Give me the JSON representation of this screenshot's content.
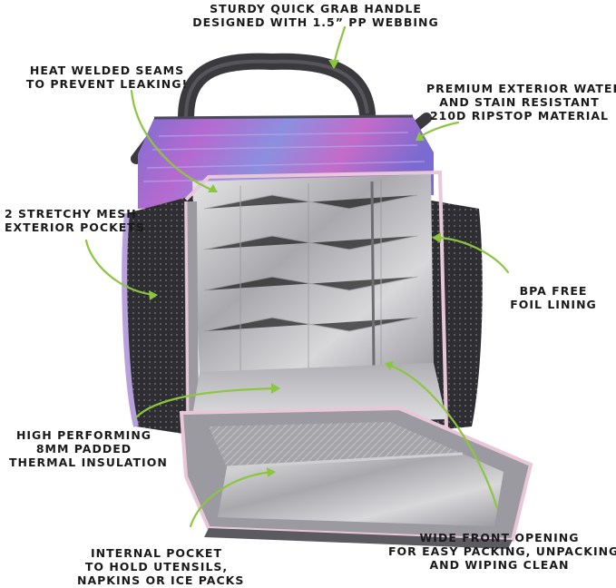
{
  "callouts": {
    "handle": [
      "STURDY QUICK GRAB HANDLE",
      "DESIGNED WITH 1.5” PP WEBBING"
    ],
    "seams": [
      "HEAT WELDED SEAMS",
      "TO PREVENT LEAKING!"
    ],
    "exterior": [
      "PREMIUM EXTERIOR WATER",
      "AND STAIN RESISTANT",
      "210D RIPSTOP MATERIAL"
    ],
    "mesh": [
      "2 STRETCHY MESH",
      "EXTERIOR POCKETS"
    ],
    "lining": [
      "BPA FREE",
      "FOIL LINING"
    ],
    "insulation": [
      "HIGH PERFORMING",
      "8MM PADDED",
      "THERMAL INSULATION"
    ],
    "opening": [
      "WIDE FRONT OPENING",
      "FOR EASY PACKING, UNPACKING",
      "AND WIPING CLEAN"
    ],
    "pocket": [
      "INTERNAL POCKET",
      "TO HOLD UTENSILS,",
      "NAPKINS OR ICE PACKS"
    ]
  },
  "colors": {
    "arrow": "#8cc63f",
    "text": "#1a1a1a",
    "bag_purple": "#8e7ad6",
    "bag_pink": "#c46bc9",
    "trim_pink": "#e8c7d9",
    "foil": "#c9c9cc",
    "mesh": "#2e2e32",
    "handle": "#3a3a3e"
  }
}
